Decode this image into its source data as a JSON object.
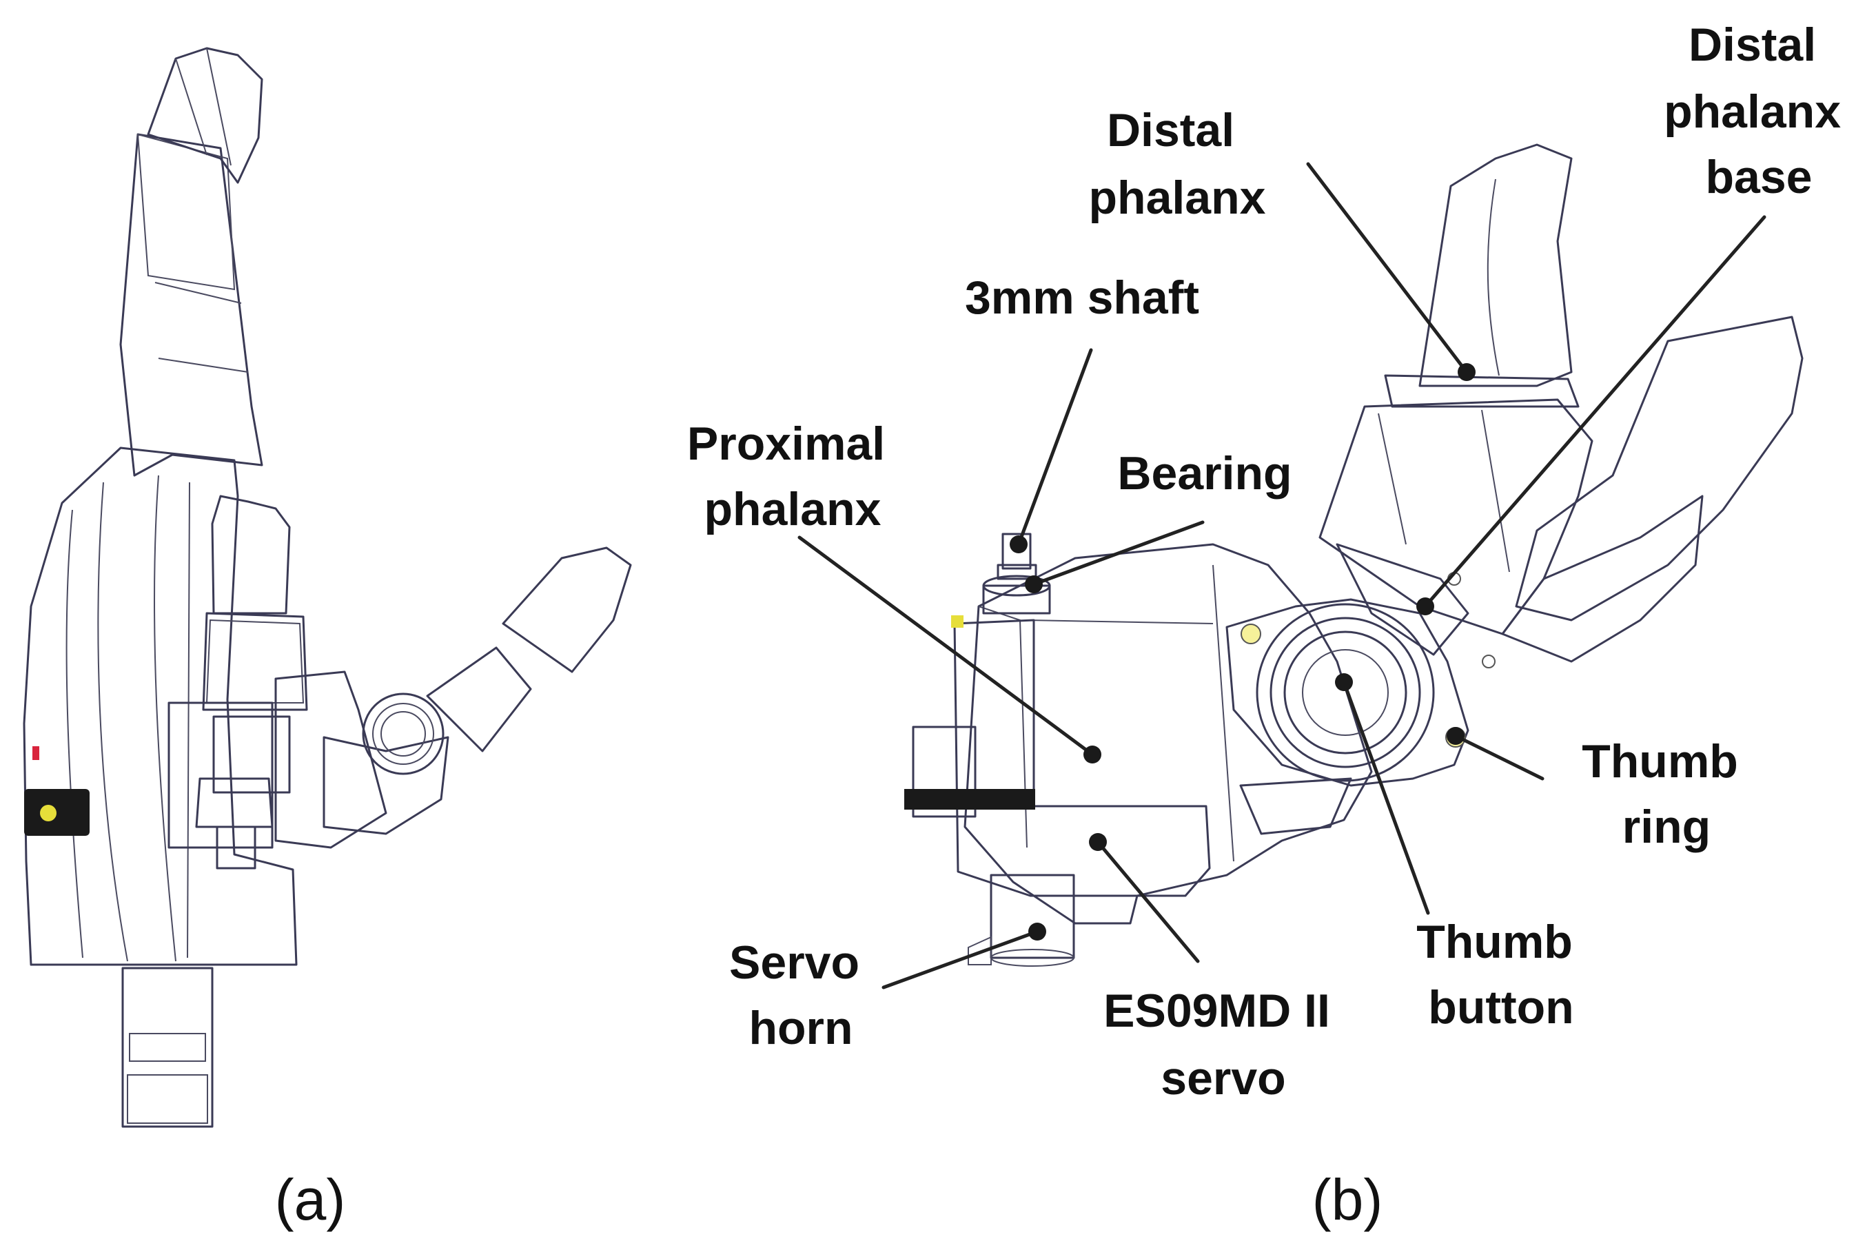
{
  "panels": {
    "a": {
      "label": "(a)"
    },
    "b": {
      "label": "(b)"
    }
  },
  "callouts": {
    "distal_phalanx": [
      "Distal",
      "phalanx"
    ],
    "distal_phalanx_base": [
      "Distal",
      "phalanx",
      "base"
    ],
    "shaft": [
      "3mm shaft"
    ],
    "proximal_phalanx": [
      "Proximal",
      "phalanx"
    ],
    "bearing": [
      "Bearing"
    ],
    "thumb_ring": [
      "Thumb",
      "ring"
    ],
    "thumb_button": [
      "Thumb",
      "button"
    ],
    "servo_horn": [
      "Servo",
      "horn"
    ],
    "servo": [
      "ES09MD II",
      "servo"
    ]
  },
  "colors": {
    "palm": "#b98cf2",
    "fingertip": "#55a9e6",
    "finger_grey": "#c9c9cc",
    "light_grey": "#e7e7e9",
    "thumb_orange": "#f36c52",
    "servo_black": "#1a1a1a",
    "ring_yellow": "#e6de3a",
    "button_green": "#3aa641",
    "wrist_teal": "#2f7f9a"
  }
}
